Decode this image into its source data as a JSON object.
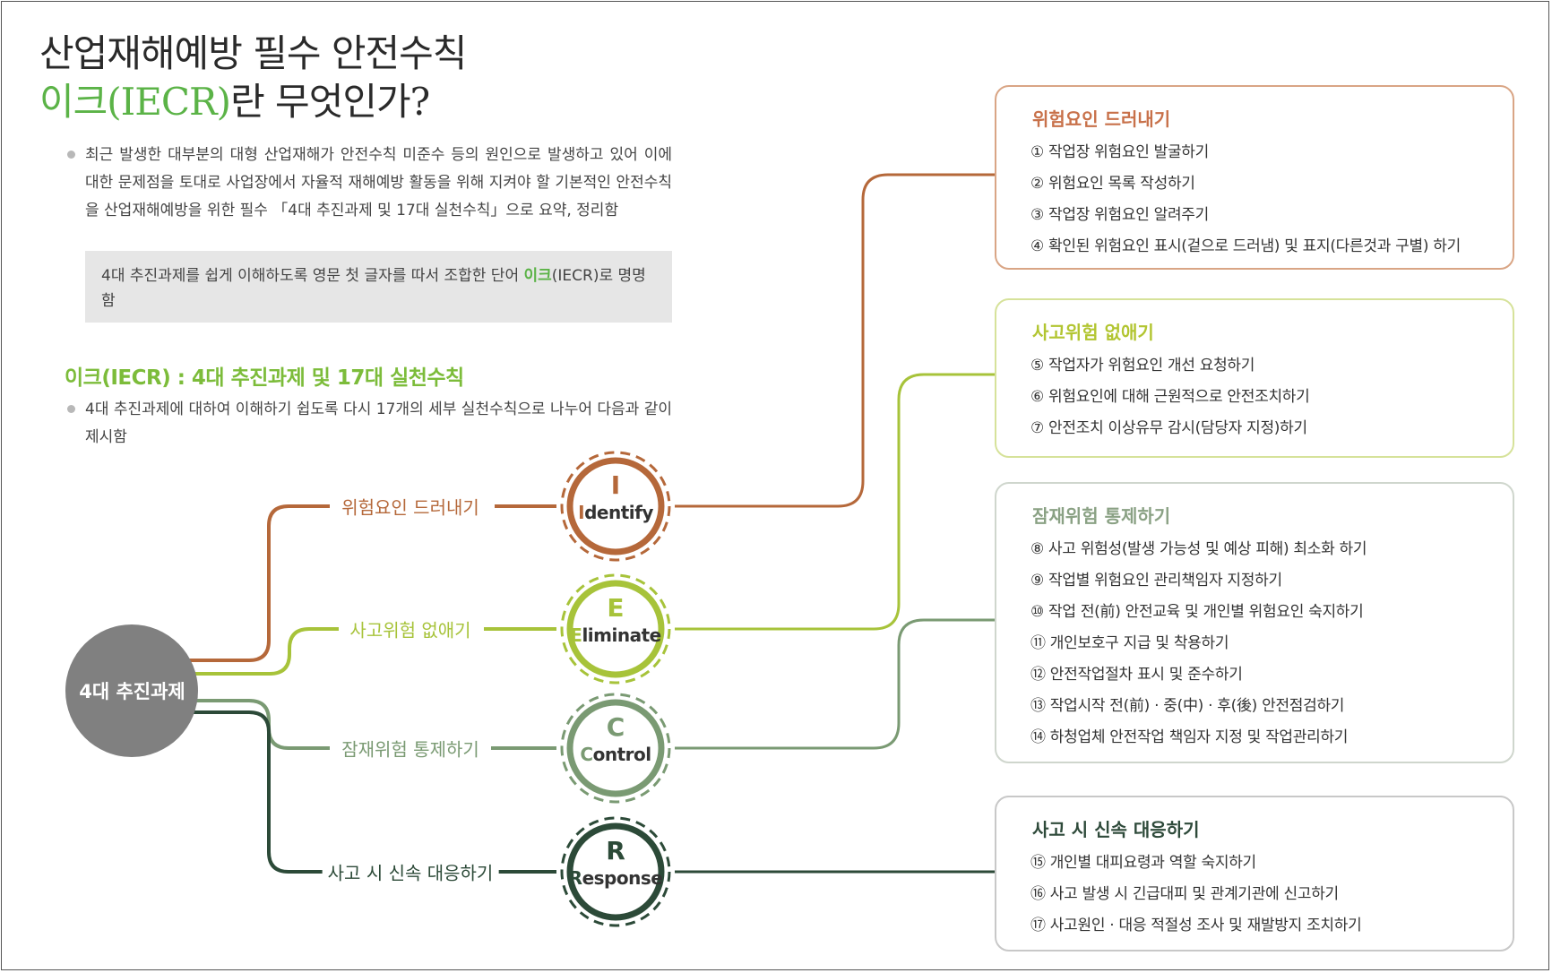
{
  "title": {
    "line1": "산업재해예방 필수 안전수칙",
    "line2_highlight": "이크(IECR)",
    "line2_rest": "란 무엇인가?"
  },
  "intro": {
    "paragraph": "최근 발생한 대부분의 대형 산업재해가 안전수칙 미준수 등의 원인으로 발생하고 있어 이에 대한 문제점을 토대로 사업장에서 자율적 재해예방 활동을 위해 지켜야 할 기본적인 안전수칙을 산업재해예방을 위한 필수 「4대 추진과제 및 17대 실천수칙」으로 요약, 정리함",
    "note_before": "4대 추진과제를 쉽게 이해하도록 영문 첫 글자를 따서 조합한 단어 ",
    "note_highlight": "이크",
    "note_after": "(IECR)로 명명함",
    "subheading": "이크(IECR) : 4대 추진과제 및 17대 실천수칙",
    "sub_paragraph": "4대 추진과제에 대하여 이해하기 쉽도록 다시 17개의 세부 실천수칙으로 나누어 다음과 같이 제시함"
  },
  "hub": {
    "label": "4대 추진과제",
    "color": "#808080"
  },
  "branches": [
    {
      "label": "위험요인 드러내기",
      "letter": "I",
      "word_first": "I",
      "word_rest": "dentify",
      "color": "#b5683a"
    },
    {
      "label": "사고위험 없애기",
      "letter": "E",
      "word_first": "E",
      "word_rest": "liminate",
      "color": "#a7c33a"
    },
    {
      "label": "잠재위험 통제하기",
      "letter": "C",
      "word_first": "C",
      "word_rest": "ontrol",
      "color": "#7a9a73"
    },
    {
      "label": "사고 시 신속 대응하기",
      "letter": "R",
      "word_first": "R",
      "word_rest": "esponse",
      "color": "#2c4a38"
    }
  ],
  "boxes": [
    {
      "title": "위험요인 드러내기",
      "color": "#c8714a",
      "border": "#d9a585",
      "items": [
        "① 작업장 위험요인 발굴하기",
        "② 위험요인 목록 작성하기",
        "③ 작업장 위험요인 알려주기",
        "④ 확인된 위험요인 표시(겉으로 드러냄) 및 표지(다른것과 구별) 하기"
      ]
    },
    {
      "title": "사고위험 없애기",
      "color": "#b2c531",
      "border": "#d6e29a",
      "items": [
        "⑤ 작업자가 위험요인 개선 요청하기",
        "⑥ 위험요인에 대해 근원적으로 안전조치하기",
        "⑦ 안전조치 이상유무 감시(담당자 지정)하기"
      ]
    },
    {
      "title": "잠재위험 통제하기",
      "color": "#8aa184",
      "border": "#cfd6cd",
      "items": [
        "⑧ 사고 위험성(발생 가능성 및 예상 피해) 최소화 하기",
        "⑨ 작업별 위험요인 관리책임자 지정하기",
        "⑩ 작업 전(前) 안전교육 및 개인별 위험요인 숙지하기",
        "⑪ 개인보호구 지급 및 착용하기",
        "⑫ 안전작업절차 표시 및 준수하기",
        "⑬ 작업시작 전(前) · 중(中) · 후(後) 안전점검하기",
        "⑭ 하청업체 안전작업 책임자 지정 및 작업관리하기"
      ]
    },
    {
      "title": "사고 시 신속 대응하기",
      "color": "#2e4a3a",
      "border": "#c8c8c8",
      "items": [
        "⑮ 개인별 대피요령과 역할 숙지하기",
        "⑯ 사고 발생 시 긴급대피 및 관계기관에 신고하기",
        "⑰ 사고원인 · 대응 적절성 조사 및 재발방지 조치하기"
      ]
    }
  ]
}
